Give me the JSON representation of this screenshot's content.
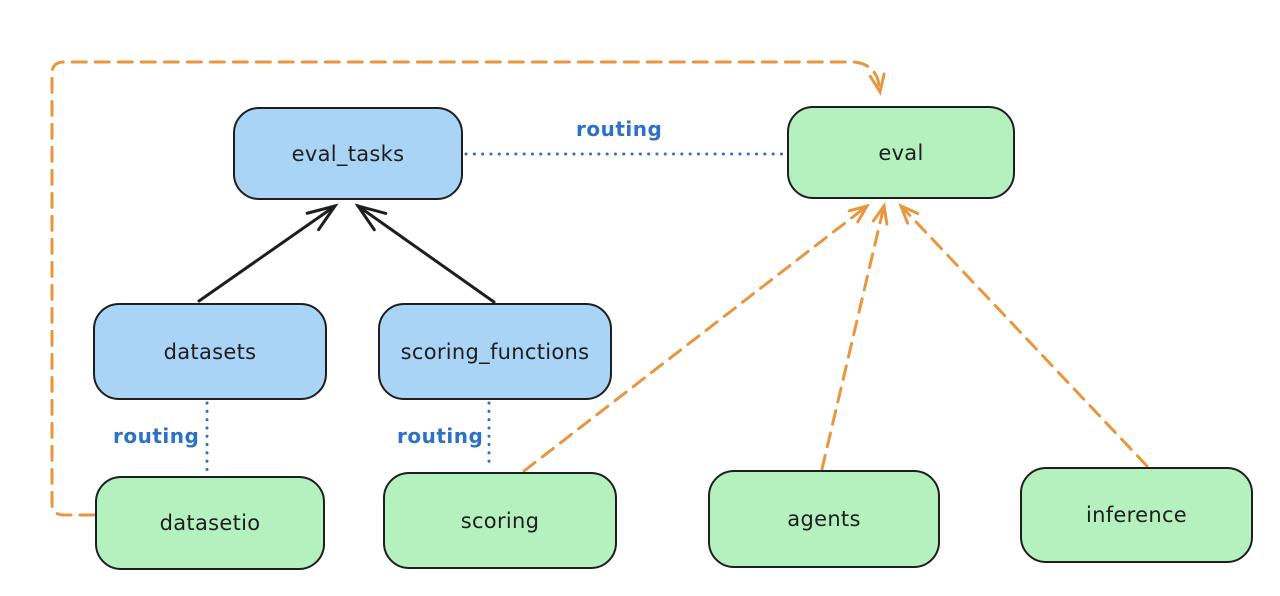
{
  "nodes": {
    "eval_tasks": {
      "label": "eval_tasks",
      "fill": "#a9d4f6"
    },
    "eval": {
      "label": "eval",
      "fill": "#b5f0bf"
    },
    "datasets": {
      "label": "datasets",
      "fill": "#a9d4f6"
    },
    "scoring_functions": {
      "label": "scoring_functions",
      "fill": "#a9d4f6"
    },
    "datasetio": {
      "label": "datasetio",
      "fill": "#b5f0bf"
    },
    "scoring": {
      "label": "scoring",
      "fill": "#b5f0bf"
    },
    "agents": {
      "label": "agents",
      "fill": "#b5f0bf"
    },
    "inference": {
      "label": "inference",
      "fill": "#b5f0bf"
    }
  },
  "edges": [
    {
      "from": "datasets",
      "to": "eval_tasks",
      "style": "solid",
      "color": "#1e1e1e",
      "arrowhead": true,
      "label": ""
    },
    {
      "from": "scoring_functions",
      "to": "eval_tasks",
      "style": "solid",
      "color": "#1e1e1e",
      "arrowhead": true,
      "label": ""
    },
    {
      "from": "eval_tasks",
      "to": "eval",
      "style": "dotted",
      "color": "#2e72c6",
      "arrowhead": false,
      "label": "routing"
    },
    {
      "from": "datasets",
      "to": "datasetio",
      "style": "dotted",
      "color": "#2e72c6",
      "arrowhead": false,
      "label": "routing"
    },
    {
      "from": "scoring_functions",
      "to": "scoring",
      "style": "dotted",
      "color": "#2e72c6",
      "arrowhead": false,
      "label": "routing"
    },
    {
      "from": "datasetio",
      "to": "eval",
      "style": "dashed",
      "color": "#e8973f",
      "arrowhead": true,
      "label": ""
    },
    {
      "from": "scoring",
      "to": "eval",
      "style": "dashed",
      "color": "#e8973f",
      "arrowhead": true,
      "label": ""
    },
    {
      "from": "agents",
      "to": "eval",
      "style": "dashed",
      "color": "#e8973f",
      "arrowhead": true,
      "label": ""
    },
    {
      "from": "inference",
      "to": "eval",
      "style": "dashed",
      "color": "#e8973f",
      "arrowhead": true,
      "label": ""
    }
  ],
  "colors": {
    "background": "#ffffff",
    "blue_node_fill": "#a9d4f6",
    "green_node_fill": "#b5f0bf",
    "node_stroke": "#1e1e1e",
    "black_arrow": "#1e1e1e",
    "routing_blue": "#2e72c6",
    "orange_dashed": "#e8973f",
    "text": "#1e1e1e"
  }
}
